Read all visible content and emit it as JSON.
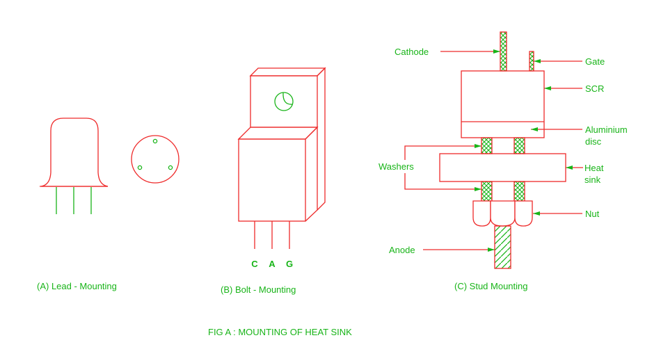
{
  "figure": {
    "title": "FIG A : MOUNTING OF HEAT SINK",
    "colors": {
      "outline": "#ee2a2a",
      "label": "#18b418",
      "background": "#ffffff"
    }
  },
  "panels": {
    "lead": {
      "caption": "(A) Lead - Mounting"
    },
    "bolt": {
      "caption": "(B) Bolt - Mounting",
      "pins": [
        "C",
        "A",
        "G"
      ]
    },
    "stud": {
      "caption": "(C) Stud Mounting",
      "labels": {
        "cathode": "Cathode",
        "gate": "Gate",
        "scr": "SCR",
        "aluminium_line1": "Aluminium",
        "aluminium_line2": "disc",
        "washers": "Washers",
        "heatsink_line1": "Heat",
        "heatsink_line2": "sink",
        "nut": "Nut",
        "anode": "Anode"
      }
    }
  }
}
